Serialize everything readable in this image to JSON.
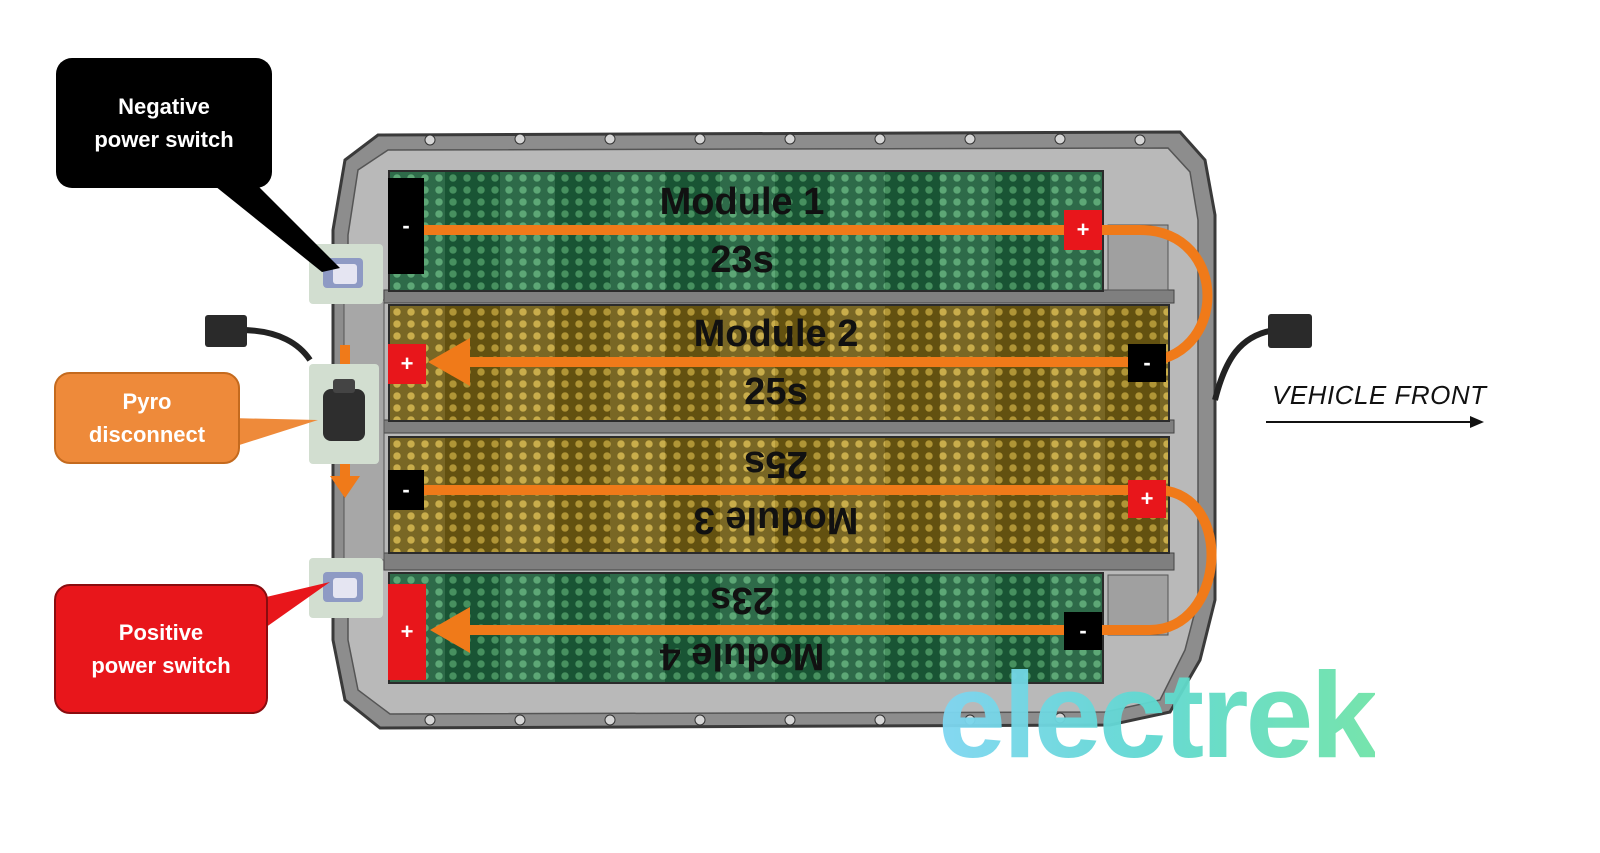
{
  "modules": [
    {
      "name": "Module 1",
      "cells": "23s",
      "color": "#2e7d4f"
    },
    {
      "name": "Module 2",
      "cells": "25s",
      "color": "#b8972e"
    },
    {
      "name": "Module 3",
      "cells": "25s",
      "color": "#b8972e"
    },
    {
      "name": "Module 4",
      "cells": "23s",
      "color": "#2e7d4f"
    }
  ],
  "terminals": {
    "positive": "+",
    "negative": "-"
  },
  "callouts": {
    "negative_switch": {
      "line1": "Negative",
      "line2": "power switch",
      "color": "#000000"
    },
    "pyro": {
      "line1": "Pyro",
      "line2": "disconnect",
      "color": "#ee8a3a"
    },
    "positive_switch": {
      "line1": "Positive",
      "line2": "power switch",
      "color": "#e8161b"
    }
  },
  "vehicle_front": "VEHICLE FRONT",
  "watermark": "electrek",
  "colors": {
    "current_path": "#f07a19",
    "frame": "#9a9a9a"
  }
}
